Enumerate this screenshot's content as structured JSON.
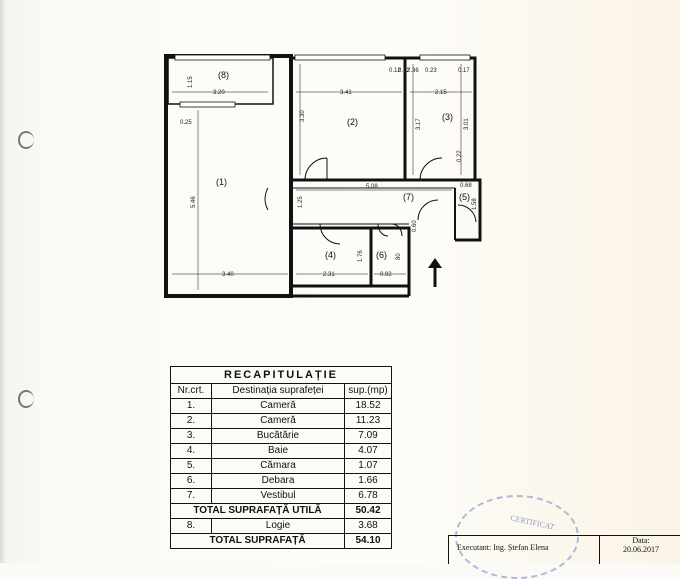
{
  "rooms": {
    "r1": "(1)",
    "r2": "(2)",
    "r3": "(3)",
    "r4": "(4)",
    "r5": "(5)",
    "r6": "(6)",
    "r7": "(7)",
    "r8": "(8)"
  },
  "dims": {
    "d1": "3.20",
    "d2": "1.15",
    "d3": "0.25",
    "d4": "5.46",
    "d5": "3.40",
    "d6": "3.41",
    "d7": "3.30",
    "d8": "0.12",
    "d9": "0.12",
    "d10": "0.23",
    "d11": "0.17",
    "d12": "2.15",
    "d13": "3.17",
    "d14": "3.01",
    "d15": "0.22",
    "d16": "5.08",
    "d17": "1.25",
    "d18": "0.68",
    "d19": "1.58",
    "d20": "0.60",
    "d21": "1.76",
    "d22": "2.31",
    "d23": "0.92",
    "d24": "80",
    "d25": "2.36"
  },
  "recap": {
    "title": "RECAPITULAȚIE",
    "headers": [
      "Nr.crt.",
      "Destinația suprafeței",
      "sup.(mp)"
    ],
    "rows": [
      [
        "1.",
        "Cameră",
        "18.52"
      ],
      [
        "2.",
        "Cameră",
        "11.23"
      ],
      [
        "3.",
        "Bucătărie",
        "7.09"
      ],
      [
        "4.",
        "Baie",
        "4.07"
      ],
      [
        "5.",
        "Cămara",
        "1.07"
      ],
      [
        "6.",
        "Debara",
        "1.66"
      ],
      [
        "7.",
        "Vestibul",
        "6.78"
      ]
    ],
    "total_util_label": "TOTAL SUPRAFAȚĂ UTILĂ",
    "total_util_value": "50.42",
    "logie_nr": "8.",
    "logie_label": "Logie",
    "logie_value": "3.68",
    "total_label": "TOTAL SUPRAFAȚĂ",
    "total_value": "54.10"
  },
  "footer": {
    "executant": "Executant: Ing. Ștefan Elena",
    "date_label": "Data:",
    "date_value": "20.06.2017"
  },
  "stamp": {
    "text": "CERTIFICAT"
  }
}
